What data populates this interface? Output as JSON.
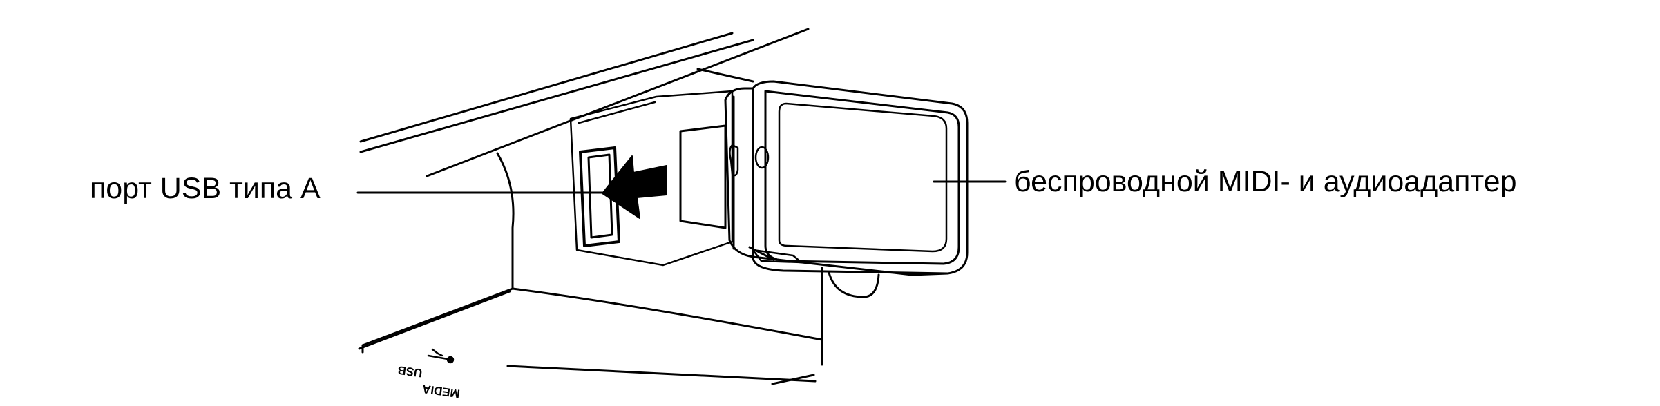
{
  "callouts": {
    "port_label": "порт USB типа A",
    "adapter_label": "беспроводной MIDI- и аудиоадаптер"
  },
  "panel_markings": {
    "line1": "USB",
    "line2": "MEDIA"
  },
  "colors": {
    "line": "#000000",
    "background": "#ffffff",
    "arrow": "#000000"
  }
}
